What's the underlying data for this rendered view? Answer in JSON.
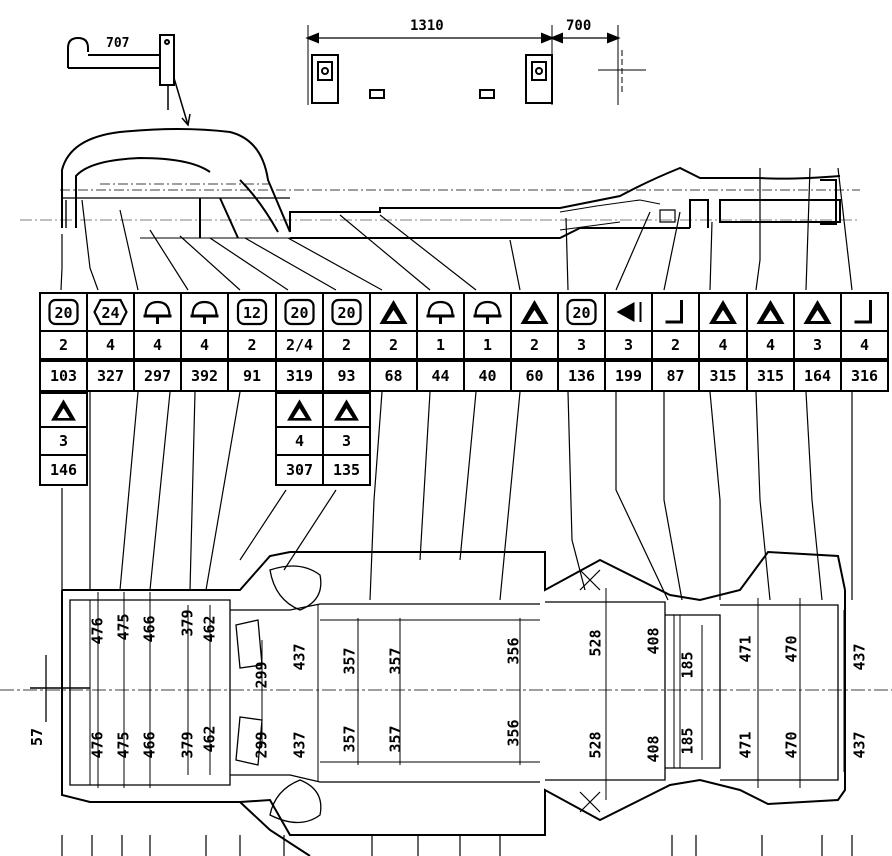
{
  "top_dims": {
    "width_1310": "1310",
    "width_700": "700",
    "detail_707": "707"
  },
  "table": {
    "symbols": [
      "box-20",
      "hex-24",
      "support",
      "support",
      "box-12",
      "box-20",
      "box-20",
      "triangle",
      "support",
      "support",
      "triangle",
      "box-20",
      "wedge",
      "bracket",
      "triangle",
      "triangle",
      "triangle",
      "bracket"
    ],
    "quantities": [
      "2",
      "4",
      "4",
      "4",
      "2",
      "2/4",
      "2",
      "2",
      "1",
      "1",
      "2",
      "3",
      "3",
      "2",
      "4",
      "4",
      "3",
      "4"
    ],
    "numbers": [
      "103",
      "327",
      "297",
      "392",
      "91",
      "319",
      "93",
      "68",
      "44",
      "40",
      "60",
      "136",
      "199",
      "87",
      "315",
      "315",
      "164",
      "316"
    ],
    "box_labels": {
      "box-20": "20",
      "hex-24": "24",
      "box-12": "12"
    },
    "extra": [
      {
        "col": 0,
        "symbol": "triangle",
        "quantity": "3",
        "number": "146"
      },
      {
        "col": 5,
        "symbol": "triangle",
        "quantity": "4",
        "number": "307"
      },
      {
        "col": 6,
        "symbol": "triangle",
        "quantity": "3",
        "number": "135"
      }
    ]
  },
  "plan_dims": {
    "upper": [
      "476",
      "475",
      "466",
      "379",
      "462",
      "299",
      "437",
      "357",
      "357",
      "356",
      "528",
      "408",
      "185",
      "471",
      "470",
      "437"
    ],
    "lower": [
      "476",
      "475",
      "466",
      "379",
      "462",
      "299",
      "437",
      "357",
      "357",
      "356",
      "528",
      "408",
      "185",
      "471",
      "470",
      "437"
    ],
    "offset_57": "57"
  }
}
